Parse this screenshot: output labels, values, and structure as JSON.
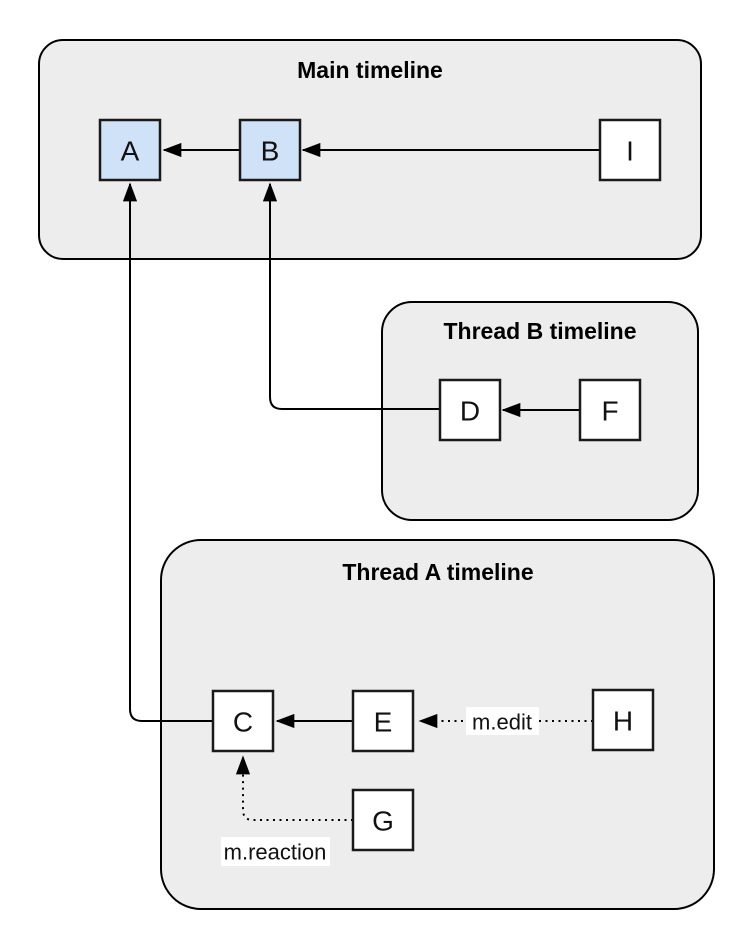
{
  "diagram": {
    "kind": "event-graph",
    "containers": [
      {
        "id": "main",
        "title": "Main timeline"
      },
      {
        "id": "thread-b",
        "title": "Thread B timeline"
      },
      {
        "id": "thread-a",
        "title": "Thread A timeline"
      }
    ],
    "nodes": [
      {
        "id": "A",
        "label": "A",
        "container": "main",
        "highlighted": true
      },
      {
        "id": "B",
        "label": "B",
        "container": "main",
        "highlighted": true
      },
      {
        "id": "I",
        "label": "I",
        "container": "main",
        "highlighted": false
      },
      {
        "id": "D",
        "label": "D",
        "container": "thread-b",
        "highlighted": false
      },
      {
        "id": "F",
        "label": "F",
        "container": "thread-b",
        "highlighted": false
      },
      {
        "id": "C",
        "label": "C",
        "container": "thread-a",
        "highlighted": false
      },
      {
        "id": "E",
        "label": "E",
        "container": "thread-a",
        "highlighted": false
      },
      {
        "id": "H",
        "label": "H",
        "container": "thread-a",
        "highlighted": false
      },
      {
        "id": "G",
        "label": "G",
        "container": "thread-a",
        "highlighted": false
      }
    ],
    "edges": [
      {
        "from": "B",
        "to": "A",
        "style": "solid",
        "label": ""
      },
      {
        "from": "I",
        "to": "B",
        "style": "solid",
        "label": ""
      },
      {
        "from": "F",
        "to": "D",
        "style": "solid",
        "label": ""
      },
      {
        "from": "D",
        "to": "B",
        "style": "solid",
        "label": ""
      },
      {
        "from": "E",
        "to": "C",
        "style": "solid",
        "label": ""
      },
      {
        "from": "C",
        "to": "A",
        "style": "solid",
        "label": ""
      },
      {
        "from": "H",
        "to": "E",
        "style": "dotted",
        "label": "m.edit"
      },
      {
        "from": "G",
        "to": "C",
        "style": "dotted",
        "label": "m.reaction"
      }
    ],
    "colors": {
      "page_background": "#ffffff",
      "container_fill": "#ededed",
      "container_stroke": "#000000",
      "node_fill": "#ffffff",
      "node_highlight_fill": "#cfe2f7",
      "node_stroke": "#1a1a1a",
      "edge_stroke": "#000000",
      "edge_label_background": "#ffffff",
      "text": "#000000"
    }
  }
}
